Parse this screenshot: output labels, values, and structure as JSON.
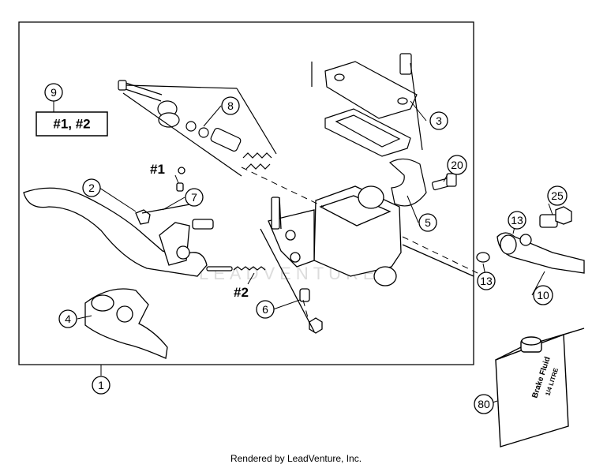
{
  "callouts": {
    "c1": "1",
    "c2": "2",
    "c3": "3",
    "c4": "4",
    "c5": "5",
    "c6": "6",
    "c7": "7",
    "c8": "8",
    "c9": "9",
    "c10": "10",
    "c13a": "13",
    "c13b": "13",
    "c20": "20",
    "c25": "25",
    "c80": "80"
  },
  "labels": {
    "kit_box": "#1, #2",
    "hash1": "#1",
    "hash2": "#2"
  },
  "bottle": {
    "line1": "Brake Fluid",
    "line2": "1/4 LITRE"
  },
  "watermark": "LEADVENTURE",
  "footer": "Rendered by LeadVenture, Inc."
}
